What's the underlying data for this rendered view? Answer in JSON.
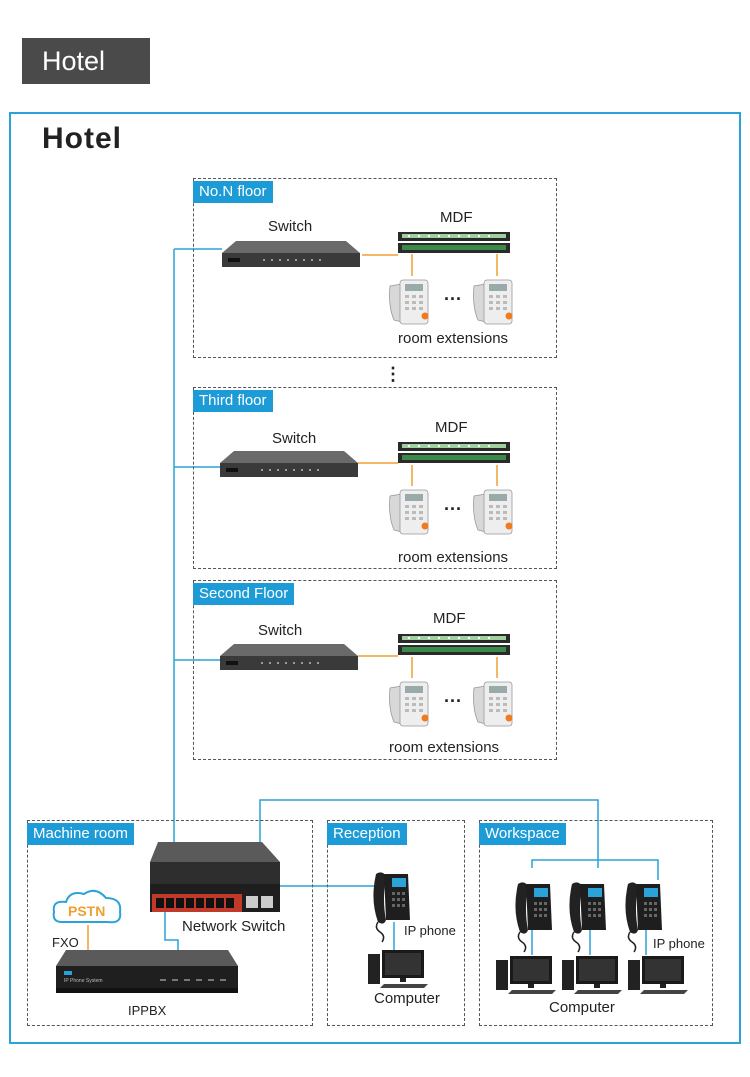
{
  "header": {
    "tab": "Hotel"
  },
  "diagram": {
    "title": "Hotel",
    "floors": [
      {
        "name": "No.N floor",
        "switch": "Switch",
        "mdf": "MDF",
        "extensions": "room extensions",
        "ellipsis": "..."
      },
      {
        "name": "Third floor",
        "switch": "Switch",
        "mdf": "MDF",
        "extensions": "room extensions",
        "ellipsis": "..."
      },
      {
        "name": "Second Floor",
        "switch": "Switch",
        "mdf": "MDF",
        "extensions": "room extensions",
        "ellipsis": "..."
      }
    ],
    "vertical_dots": "⋮",
    "machine_room": {
      "name": "Machine room",
      "network_switch": "Network Switch",
      "pstn": "PSTN",
      "fxo": "FXO",
      "ippbx": "IPPBX",
      "ippbx_brand": "IP Phone System"
    },
    "reception": {
      "name": "Reception",
      "ip_phone": "IP phone",
      "computer": "Computer"
    },
    "workspace": {
      "name": "Workspace",
      "ip_phone": "IP phone",
      "computer": "Computer"
    }
  },
  "colors": {
    "accent": "#1d9bd7",
    "frame": "#2aa3d8",
    "orange_link": "#f0a030",
    "device_dark": "#3a3a3a"
  }
}
